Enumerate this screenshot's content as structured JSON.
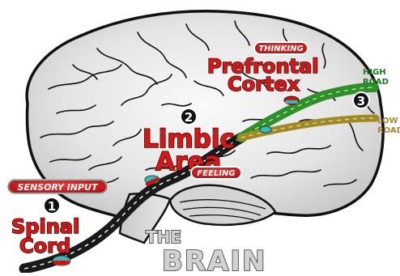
{
  "labels": {
    "sensory_input": "SENSORY INPUT",
    "spinal": "Spinal",
    "cord": "Cord",
    "limbic": "Limbic",
    "area": "Area",
    "feeling": "FEELING",
    "thinking": "THINKING",
    "prefrontal": "Prefrontal",
    "cortex": "Cortex",
    "high": "HIGH",
    "road_high": "ROAD",
    "low": "LOW",
    "road_low": "ROAD",
    "title_the": "THE",
    "title_brain": "BRAIN"
  },
  "markers": {
    "one": "1",
    "two": "2",
    "three": "3"
  },
  "colors": {
    "label_red": "#cf1a1a",
    "high_road": "#2f8f2a",
    "low_road": "#a08a28",
    "high_road_label": "#1e7a1e",
    "low_road_label": "#a8882a",
    "road": "#1a1a1a",
    "brain_fill": "#d9d9d9",
    "brain_outline": "#111111"
  }
}
